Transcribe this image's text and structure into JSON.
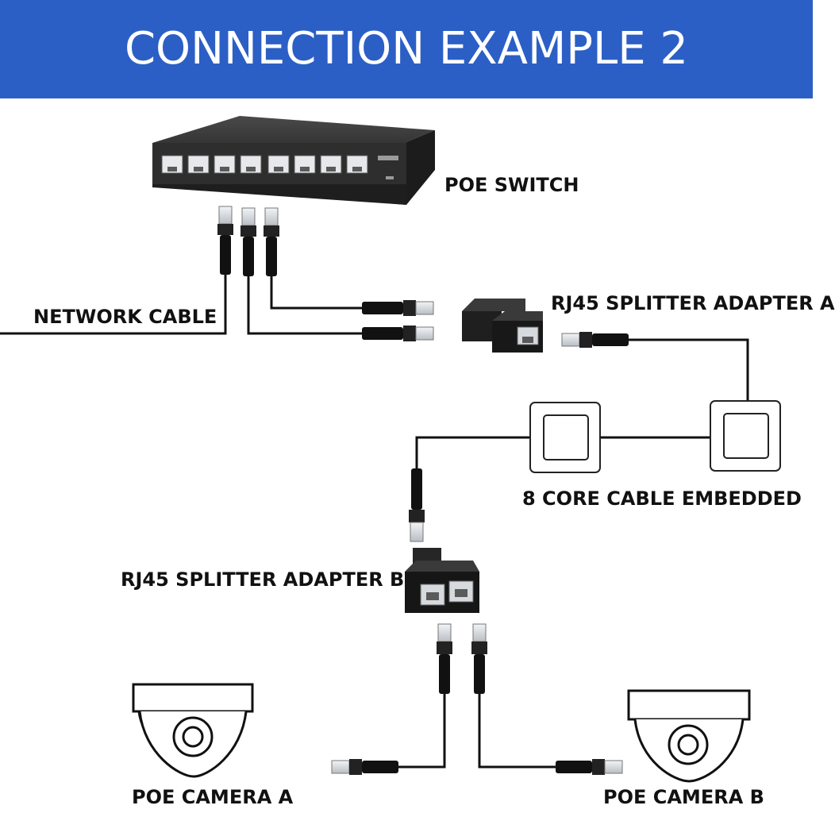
{
  "header": {
    "title": "CONNECTION EXAMPLE 2"
  },
  "labels": {
    "poe_switch": "POE SWITCH",
    "network_cable": "NETWORK CABLE",
    "splitter_a": "RJ45 SPLITTER ADAPTER A",
    "core_cable": "8 CORE CABLE EMBEDDED",
    "splitter_b": "RJ45 SPLITTER ADAPTER B",
    "camera_a": "POE CAMERA  A",
    "camera_b": "POE CAMERA  B"
  },
  "colors": {
    "banner": "#2b5fc6",
    "device_body": "#2a2a2a",
    "cable": "#111111",
    "connector_metal": "#d9dde2",
    "port": "#cfd3d8"
  },
  "icons": [
    "poe-switch-icon",
    "rj45-plug-icon",
    "splitter-adapter-icon",
    "wall-socket-icon",
    "dome-camera-icon"
  ]
}
